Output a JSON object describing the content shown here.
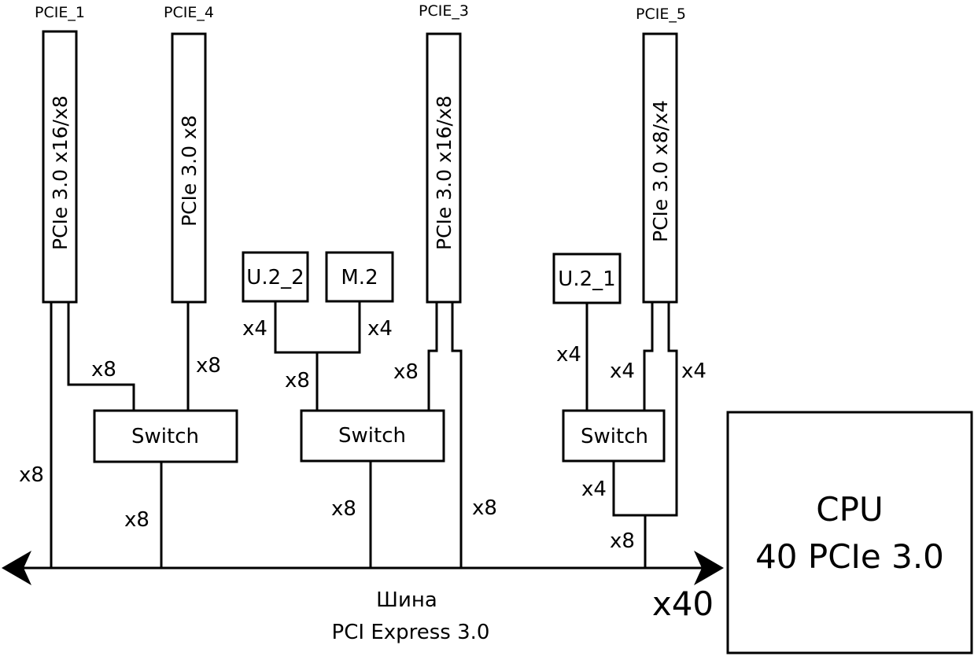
{
  "slots": [
    {
      "name": "PCIE_1",
      "spec": "PCIe 3.0 x16/x8"
    },
    {
      "name": "PCIE_4",
      "spec": "PCIe 3.0 x8"
    },
    {
      "name": "PCIE_3",
      "spec": "PCIe 3.0 x16/x8"
    },
    {
      "name": "PCIE_5",
      "spec": "PCIe 3.0 x8/x4"
    }
  ],
  "devices": {
    "u2_2": "U.2_2",
    "m2": "M.2",
    "u2_1": "U.2_1"
  },
  "switch_label": "Switch",
  "cpu": {
    "line1": "CPU",
    "line2": "40 PCIe 3.0"
  },
  "bus": {
    "line1": "Шина",
    "line2": "PCI Express 3.0",
    "width": "x40"
  },
  "lanes": {
    "x8": "x8",
    "x4": "x4"
  }
}
